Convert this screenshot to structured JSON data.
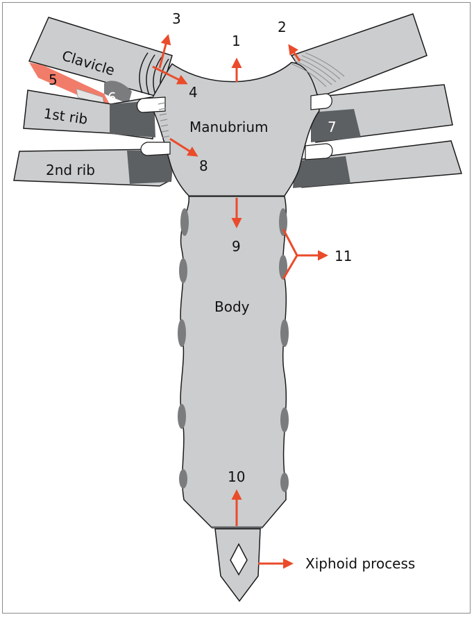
{
  "labels": {
    "clavicle": "Clavicle",
    "first_rib": "1st rib",
    "second_rib": "2nd rib",
    "manubrium": "Manubrium",
    "body": "Body",
    "xiphoid": "Xiphoid process"
  },
  "numbers": [
    "1",
    "2",
    "3",
    "4",
    "5",
    "6",
    "7",
    "8",
    "9",
    "10",
    "11"
  ],
  "colors": {
    "bone": "#cbcdcf",
    "cartilage": "#5d6063",
    "outline": "#1a1a1a",
    "arrow": "#ea4b2a",
    "ligament": "#f27c6a",
    "hatch": "#8e9092"
  }
}
